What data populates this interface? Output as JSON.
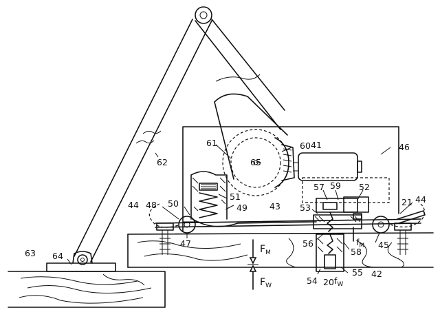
{
  "labels": {
    "l41": "41",
    "l46": "46",
    "l60": "60",
    "l61": "61",
    "l62": "62",
    "l65": "65",
    "l57": "57",
    "l59": "59",
    "l52": "52",
    "l51": "51",
    "l50": "50",
    "l49": "49",
    "l48": "48",
    "l44a": "44",
    "l44b": "44",
    "l43": "43",
    "l53": "53",
    "l21": "21",
    "l47": "47",
    "l56": "56",
    "l58": "58",
    "l45": "45",
    "l42": "42",
    "l54": "54",
    "l20": "20",
    "l55": "55",
    "l63": "63",
    "l64": "64"
  },
  "forces": {
    "FM": "F",
    "FM_sub": "M",
    "FW": "F",
    "FW_sub": "W",
    "fM": "f",
    "fM_sub": "M",
    "fW": "f",
    "fW_sub": "W"
  }
}
